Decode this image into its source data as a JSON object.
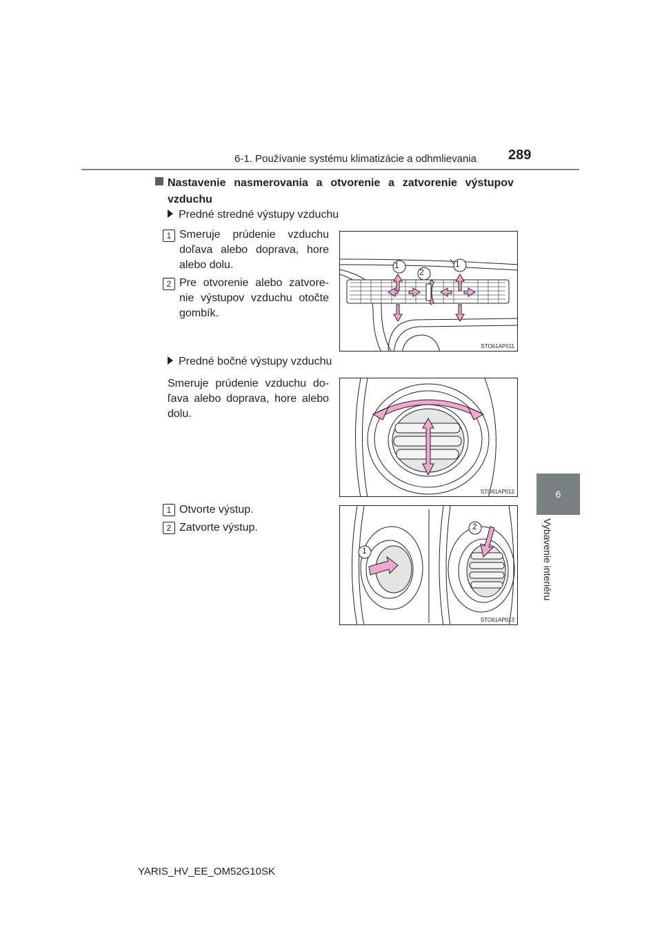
{
  "header": {
    "title": "6-1. Používanie systému klimatizácie a odhmlievania",
    "page_number": "289"
  },
  "side_tab": {
    "number": "6",
    "label": "Vybavenie interiéru"
  },
  "section": {
    "heading_words": [
      "Nastavenie",
      "nasmerovania",
      "a",
      "otvorenie",
      "a",
      "zatvorenie",
      "výstupov"
    ],
    "heading_line2": "vzduchu"
  },
  "front_center": {
    "bullet": "Predné stredné výstupy vzduchu",
    "items": [
      {
        "num": "1",
        "lines": [
          "Smeruje prúdenie vzduchu",
          "doľava alebo doprava, hore",
          "alebo dolu."
        ]
      },
      {
        "num": "2",
        "lines": [
          "Pre otvorenie alebo zatvore-",
          "nie výstupov vzduchu otočte",
          "gombík."
        ]
      }
    ],
    "figure": {
      "code": "STO61AP011",
      "callouts": [
        "1",
        "2",
        "1"
      ]
    }
  },
  "front_side": {
    "bullet": "Predné bočné výstupy vzduchu",
    "text_lines": [
      "Smeruje prúdenie vzduchu do-",
      "ľava alebo doprava, hore alebo",
      "dolu."
    ],
    "figure": {
      "code": "STO61AP012"
    }
  },
  "open_close": {
    "items": [
      {
        "num": "1",
        "text": "Otvorte výstup."
      },
      {
        "num": "2",
        "text": "Zatvorte výstup."
      }
    ],
    "figure": {
      "code": "STO61AP013",
      "callouts": [
        "1",
        "2"
      ]
    }
  },
  "footer": {
    "text": "YARIS_HV_EE_OM52G10SK"
  },
  "colors": {
    "accent_gray": "#7b8180",
    "arrow_pink": "#f0a8d0",
    "line": "#231f20"
  }
}
